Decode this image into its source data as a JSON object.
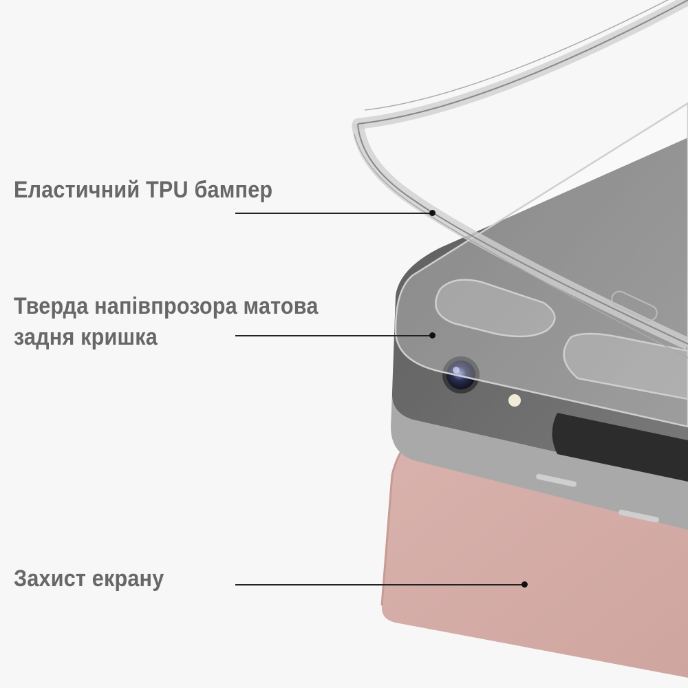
{
  "callouts": [
    {
      "label": "Еластичний TPU бампер"
    },
    {
      "label_line1": "Тверда напівпрозора матова",
      "label_line2": "задня кришка"
    },
    {
      "label": "Захист екрану"
    }
  ],
  "colors": {
    "background": "#f7f7f7",
    "text": "#676767",
    "screen_protector": "#d4aca6",
    "tablet_body": "#6d6d6d",
    "tablet_edge": "#a8a8a8"
  }
}
